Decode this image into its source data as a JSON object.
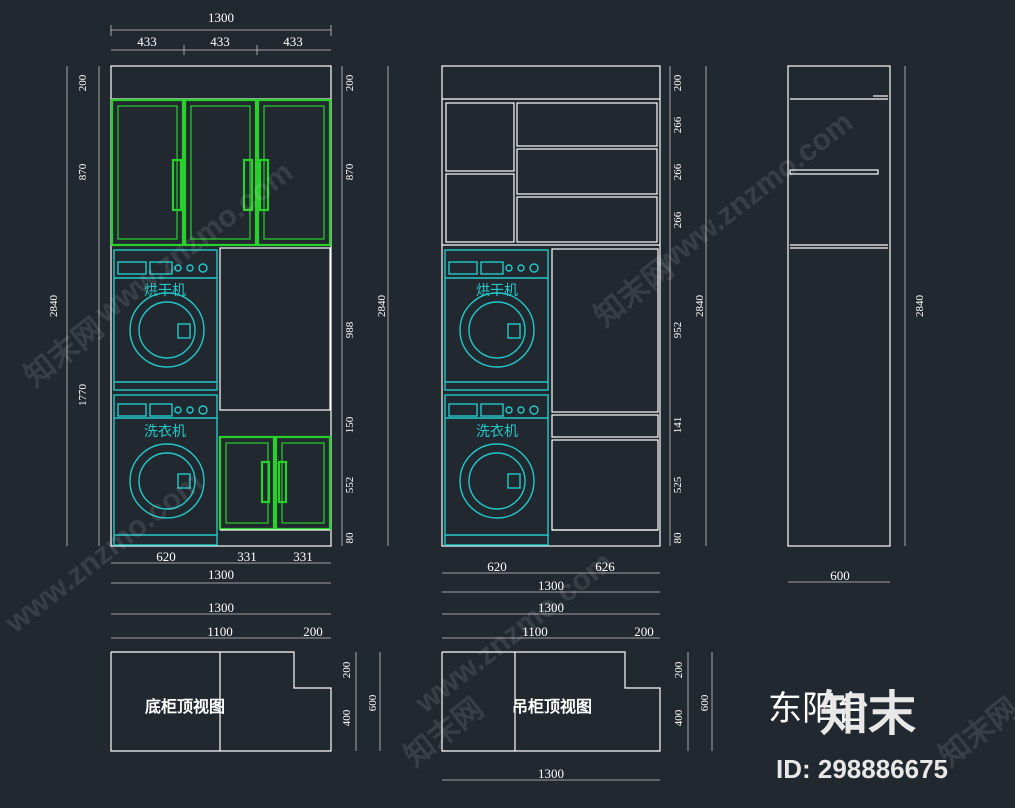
{
  "front1": {
    "top_width": "1300",
    "col1": "433",
    "col2": "433",
    "col3": "433",
    "left_200": "200",
    "left_870": "870",
    "left_2840": "2840",
    "left_1770": "1770",
    "right_200": "200",
    "right_870": "870",
    "right_988": "988",
    "right_150": "150",
    "right_552": "552",
    "right_80": "80",
    "overall_2840": "2840",
    "bot_620": "620",
    "bot_331a": "331",
    "bot_331b": "331",
    "bot_1300": "1300",
    "dryer_label": "烘干机",
    "washer_label": "洗衣机"
  },
  "front2": {
    "r_200": "200",
    "r_266a": "266",
    "r_266b": "266",
    "r_266c": "266",
    "r_952": "952",
    "r_141": "141",
    "r_525": "525",
    "r_80": "80",
    "overall_2840": "2840",
    "bot_620": "620",
    "bot_626": "626",
    "bot_1300": "1300",
    "dryer_label": "烘干机",
    "washer_label": "洗衣机"
  },
  "side": {
    "height": "2840",
    "width": "600"
  },
  "plan1": {
    "top_1300": "1300",
    "w_1100": "1100",
    "w_200": "200",
    "h_200": "200",
    "h_400": "400",
    "h_600": "600",
    "label": "底柜顶视图"
  },
  "plan2": {
    "top_1300": "1300",
    "w_1100": "1100",
    "w_200": "200",
    "h_200": "200",
    "h_400": "400",
    "h_600": "600",
    "bottom_1300": "1300",
    "label": "吊柜顶视图"
  },
  "title": "东阳台",
  "watermark": {
    "logo": "知末",
    "id": "ID: 298886675",
    "site": "www.znzmo.com",
    "brand": "知末网"
  },
  "colors": {
    "background": "#212830",
    "green": "#28d12a",
    "cyan": "#22c9c9",
    "white": "#ffffff"
  }
}
